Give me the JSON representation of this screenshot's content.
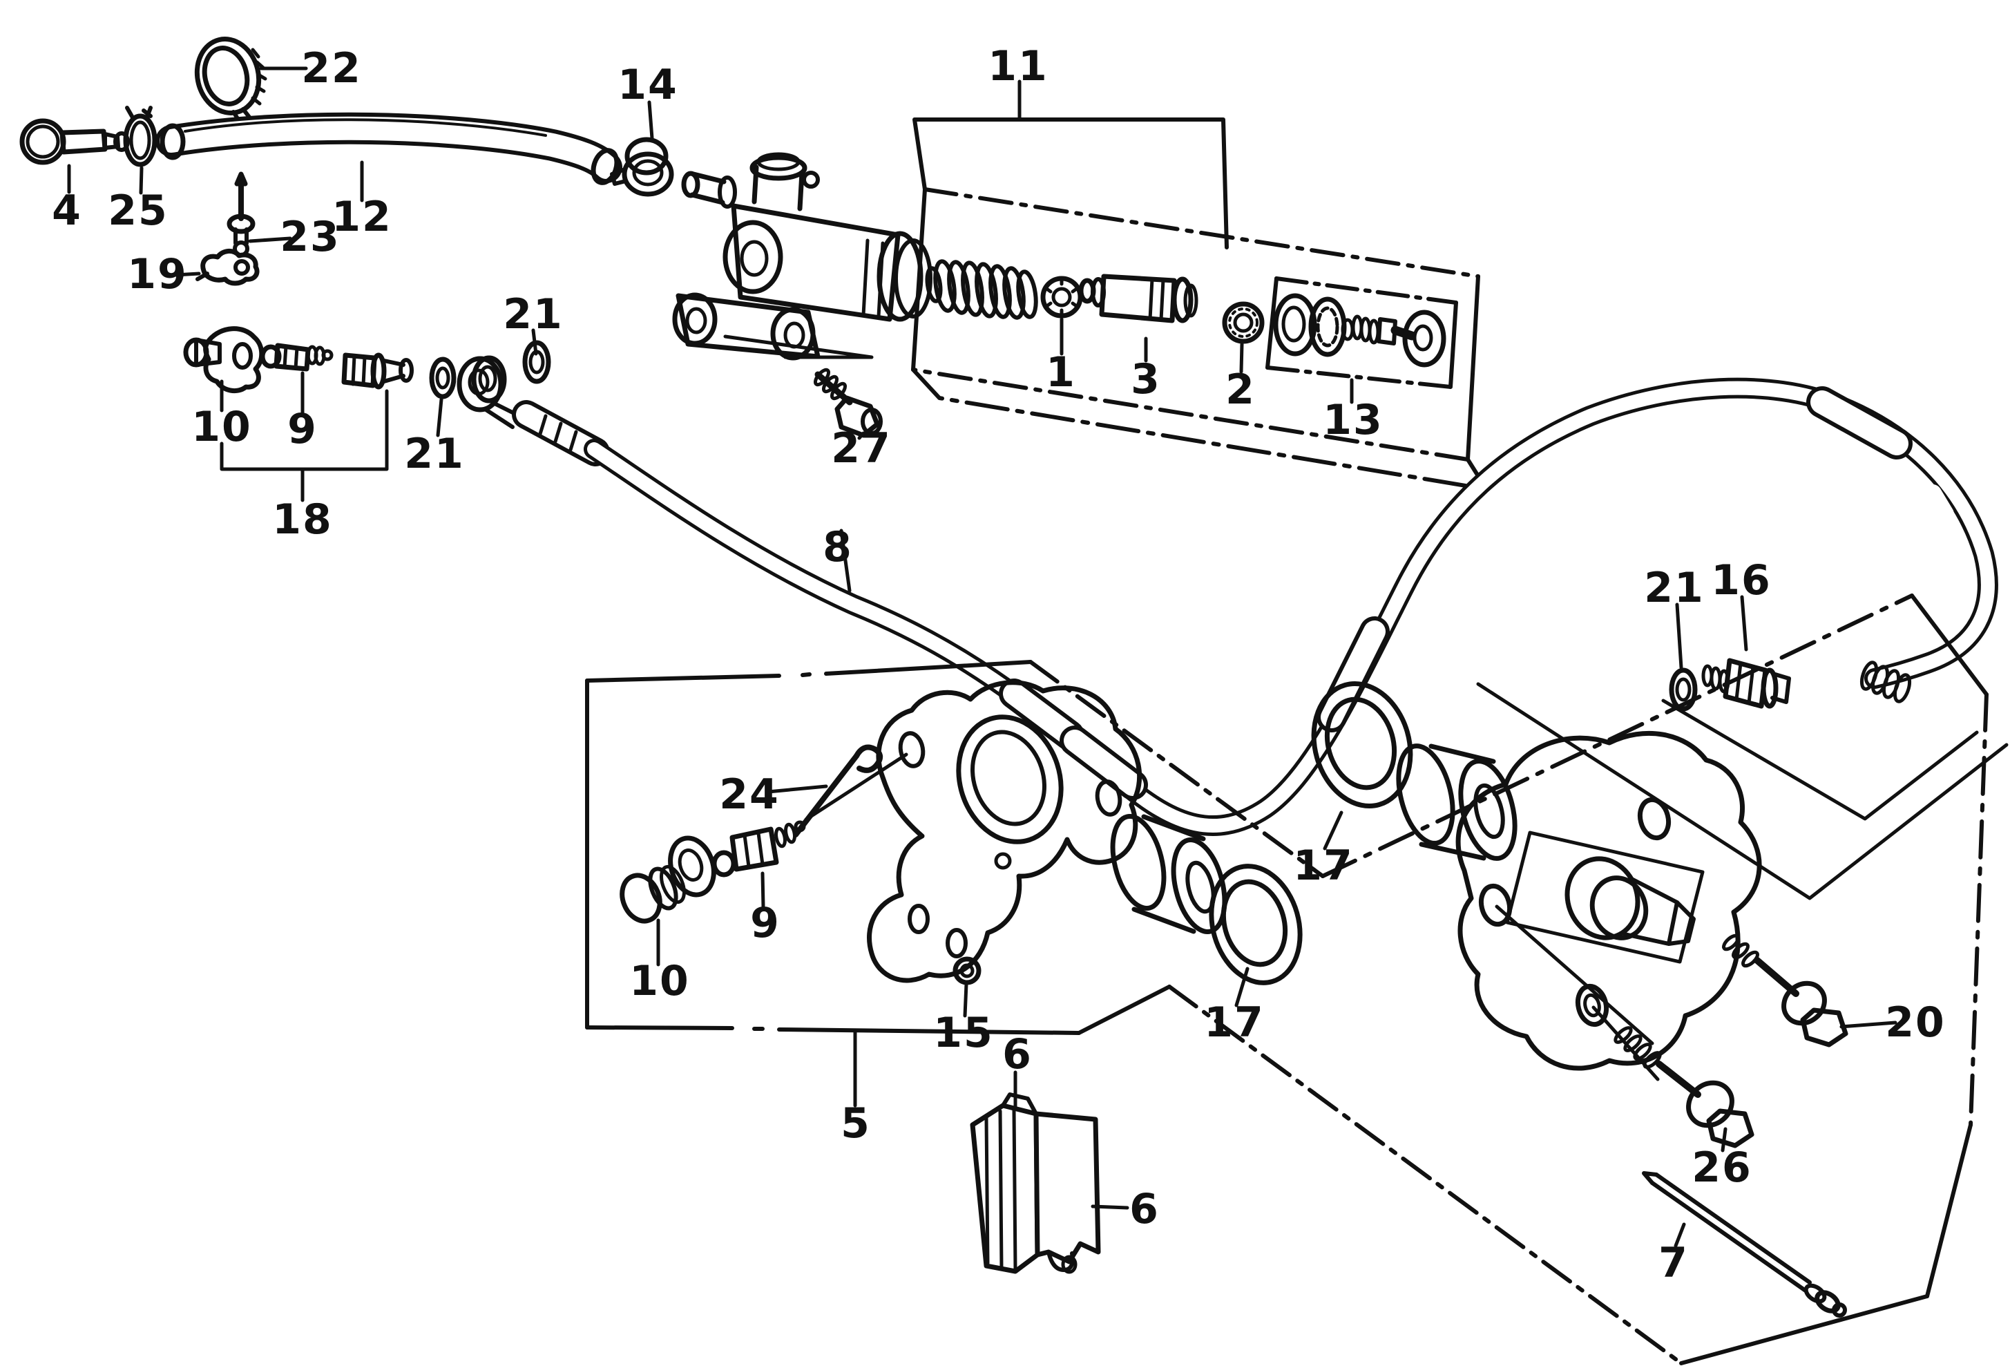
{
  "diagram": {
    "kind": "exploded-parts-diagram",
    "subject": "rear brake master cylinder, hose and caliper",
    "background_color": "#ffffff",
    "line_color": "#111111"
  },
  "callouts": [
    {
      "text": "22",
      "ref": "hose-band-clamp"
    },
    {
      "text": "4",
      "ref": "joint-bolt"
    },
    {
      "text": "25",
      "ref": "clip"
    },
    {
      "text": "12",
      "ref": "reservoir-hose"
    },
    {
      "text": "23",
      "ref": "screw-pin"
    },
    {
      "text": "19",
      "ref": "hose-clip"
    },
    {
      "text": "14",
      "ref": "hose-clamp"
    },
    {
      "text": "11",
      "ref": "master-cylinder-kit-box"
    },
    {
      "text": "1",
      "ref": "spring-seat-washer"
    },
    {
      "text": "3",
      "ref": "master-piston"
    },
    {
      "text": "2",
      "ref": "piston-cup"
    },
    {
      "text": "13",
      "ref": "push-rod-kit-box"
    },
    {
      "text": "21",
      "ref": "sealing-washer-master"
    },
    {
      "text": "21",
      "ref": "sealing-washer-joint"
    },
    {
      "text": "10",
      "ref": "joint-eye"
    },
    {
      "text": "9",
      "ref": "bleeder-valve-joint"
    },
    {
      "text": "18",
      "ref": "joint-assembly"
    },
    {
      "text": "27",
      "ref": "mount-bolt"
    },
    {
      "text": "8",
      "ref": "brake-hose"
    },
    {
      "text": "21",
      "ref": "sealing-washer-hose-end"
    },
    {
      "text": "16",
      "ref": "hose-joint-fitting"
    },
    {
      "text": "24",
      "ref": "lock-pin"
    },
    {
      "text": "10",
      "ref": "bleeder-cap"
    },
    {
      "text": "9",
      "ref": "bleeder-valve-bracket"
    },
    {
      "text": "15",
      "ref": "o-ring"
    },
    {
      "text": "5",
      "ref": "caliper-bracket-assembly-box"
    },
    {
      "text": "17",
      "ref": "piston-seal-set-upper"
    },
    {
      "text": "17",
      "ref": "piston-seal-set-lower"
    },
    {
      "text": "6",
      "ref": "brake-pad-left"
    },
    {
      "text": "6",
      "ref": "brake-pad-right"
    },
    {
      "text": "20",
      "ref": "flange-bolt"
    },
    {
      "text": "26",
      "ref": "caliper-pin-bolt"
    },
    {
      "text": "7",
      "ref": "pad-pin"
    }
  ]
}
